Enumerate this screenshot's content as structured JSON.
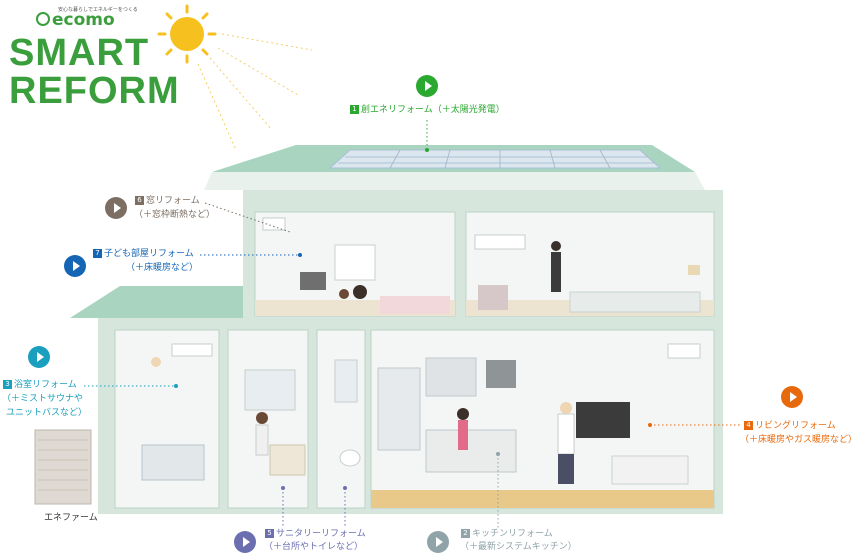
{
  "brand": {
    "tagline": "安心な暮らしでエネルギーをつくる",
    "logo_small": "ecomo",
    "logo_line1": "SMART",
    "logo_line2": "REFORM"
  },
  "callouts": [
    {
      "id": "1",
      "title": "創エネリフォーム（＋太陽光発電）",
      "sub": "",
      "color": "#2aa830"
    },
    {
      "id": "6",
      "title": "窓リフォーム",
      "sub": "（＋窓枠断熱など）",
      "color": "#7c6e63"
    },
    {
      "id": "7",
      "title": "子ども部屋リフォーム",
      "sub": "（＋床暖房など）",
      "color": "#1565b5"
    },
    {
      "id": "3",
      "title": "浴室リフォーム",
      "sub1": "（＋ミストサウナや",
      "sub2": "ユニットバスなど）",
      "color": "#1a9fbf"
    },
    {
      "id": "4",
      "title": "リビングリフォーム",
      "sub": "（＋床暖房やガス暖房など）",
      "color": "#e8690b"
    },
    {
      "id": "5",
      "title": "サニタリーリフォーム",
      "sub": "（＋台所やトイレなど）",
      "color": "#6b6fb0"
    },
    {
      "id": "2",
      "title": "キッチンリフォーム",
      "sub": "（＋最新システムキッチン）",
      "color": "#8fa3a8"
    }
  ],
  "ene_farm": "エネファーム",
  "colors": {
    "roof": "#9fcfb9",
    "wall": "#cfe3d9",
    "floor": "#e8c98a",
    "sun": "#f6c11e",
    "accent": "#3a9e3c"
  }
}
